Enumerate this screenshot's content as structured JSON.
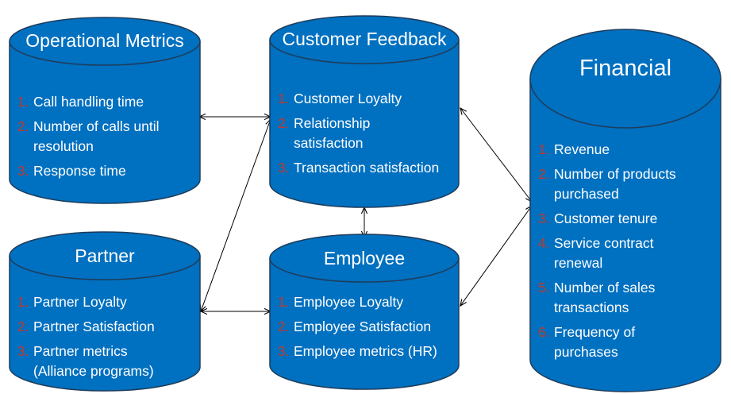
{
  "colors": {
    "fill": "#0070c0",
    "stroke": "#1f3c5a",
    "text": "#ffffff",
    "number": "#c0392b",
    "arrow": "#000000"
  },
  "operational": {
    "title": "Operational Metrics",
    "items": [
      {
        "num": "1.",
        "text": "Call handling time"
      },
      {
        "num": "2.",
        "text": "Number of calls until resolution"
      },
      {
        "num": "3.",
        "text": "Response time"
      }
    ]
  },
  "customer": {
    "title": "Customer Feedback",
    "items": [
      {
        "num": "1.",
        "text": "Customer Loyalty"
      },
      {
        "num": "2.",
        "text": "Relationship satisfaction"
      },
      {
        "num": "3.",
        "text": "Transaction satisfaction"
      }
    ]
  },
  "partner": {
    "title": "Partner",
    "items": [
      {
        "num": "1.",
        "text": "Partner Loyalty"
      },
      {
        "num": "2.",
        "text": "Partner Satisfaction"
      },
      {
        "num": "3.",
        "text": "Partner metrics (Alliance programs)"
      }
    ]
  },
  "employee": {
    "title": "Employee",
    "items": [
      {
        "num": "1.",
        "text": "Employee Loyalty"
      },
      {
        "num": "2.",
        "text": "Employee Satisfaction"
      },
      {
        "num": "3.",
        "text": "Employee metrics (HR)"
      }
    ]
  },
  "financial": {
    "title": "Financial",
    "items": [
      {
        "num": "1.",
        "text": "Revenue"
      },
      {
        "num": "2.",
        "text": "Number of products purchased"
      },
      {
        "num": "3.",
        "text": "Customer tenure"
      },
      {
        "num": "4.",
        "text": "Service contract renewal"
      },
      {
        "num": "5.",
        "text": "Number of sales transactions"
      },
      {
        "num": "6.",
        "text": "Frequency of purchases"
      }
    ]
  }
}
